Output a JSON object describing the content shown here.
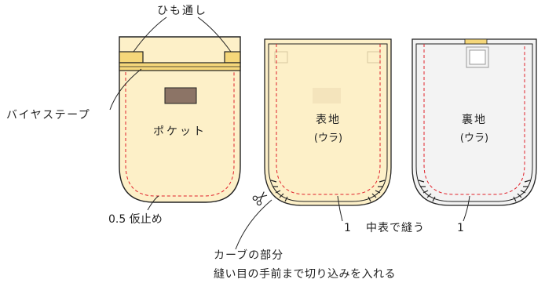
{
  "labels": {
    "drawstring_channel": "ひも通し",
    "bias_tape": "バイヤステープ",
    "pocket": "ポケット",
    "outer_fabric": "表地",
    "outer_fabric_note": "(ウラ)",
    "lining_fabric": "裏地",
    "lining_fabric_note": "(ウラ)",
    "basting": "0.5 仮止め",
    "seam_number_left": "1",
    "seam_number_right": "1",
    "sew_inside_out": "中表で縫う",
    "curve_note_line1": "カーブの部分",
    "curve_note_line2": "縫い目の手前まで切り込みを入れる"
  },
  "colors": {
    "fabric": "#fdf0c8",
    "lining": "#f3f3f3",
    "outline": "#222222",
    "stitch": "#e0202a",
    "bias_tape": "#f5d77a",
    "label_patch": "#8c7466"
  },
  "icons": [
    "scissors-icon"
  ]
}
